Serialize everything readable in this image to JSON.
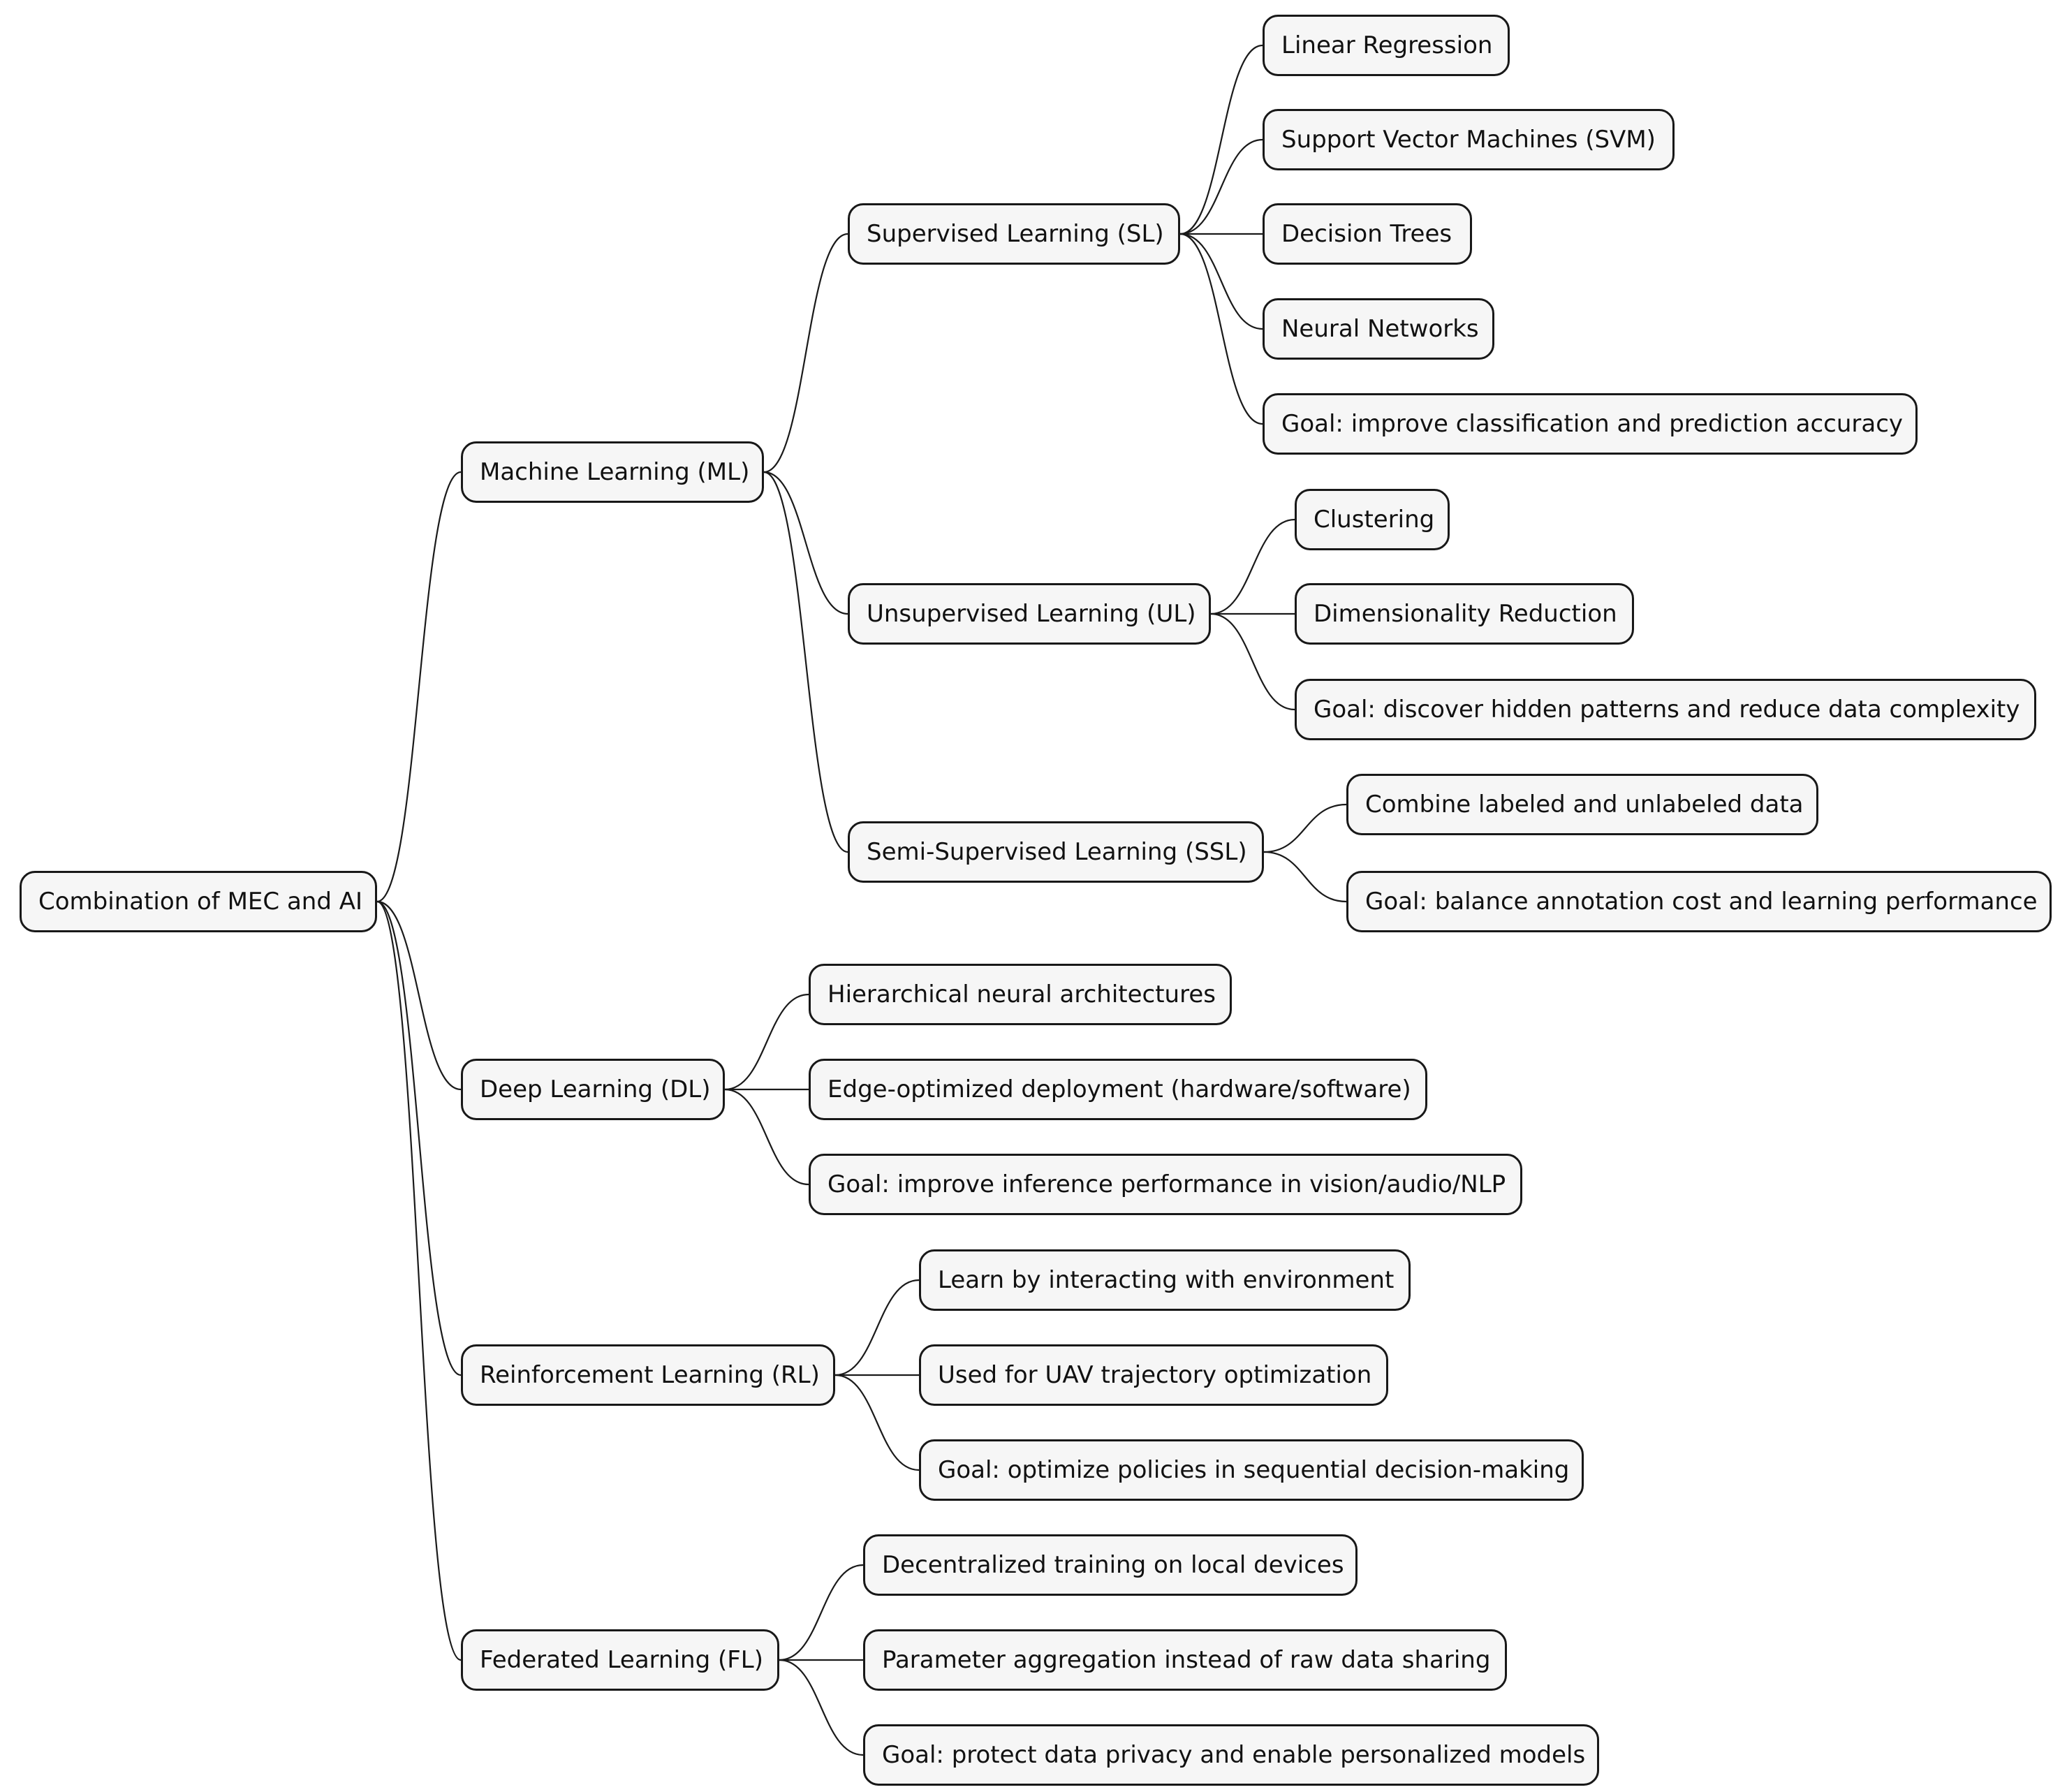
{
  "root": {
    "id": "root",
    "label": "Combination of MEC and AI"
  },
  "branches": [
    {
      "id": "ml",
      "label": "Machine Learning (ML)",
      "children": [
        {
          "id": "sl",
          "label": "Supervised Learning (SL)",
          "children": [
            {
              "id": "sl1",
              "label": "Linear Regression"
            },
            {
              "id": "sl2",
              "label": "Support Vector Machines (SVM)"
            },
            {
              "id": "sl3",
              "label": "Decision Trees"
            },
            {
              "id": "sl4",
              "label": "Neural Networks"
            },
            {
              "id": "sl5",
              "label": "Goal: improve classification and prediction accuracy"
            }
          ]
        },
        {
          "id": "ul",
          "label": "Unsupervised Learning (UL)",
          "children": [
            {
              "id": "ul1",
              "label": "Clustering"
            },
            {
              "id": "ul2",
              "label": "Dimensionality Reduction"
            },
            {
              "id": "ul3",
              "label": "Goal: discover hidden patterns and reduce data complexity"
            }
          ]
        },
        {
          "id": "ssl",
          "label": "Semi-Supervised Learning (SSL)",
          "children": [
            {
              "id": "ssl1",
              "label": "Combine labeled and unlabeled data"
            },
            {
              "id": "ssl2",
              "label": "Goal: balance annotation cost and learning performance"
            }
          ]
        }
      ]
    },
    {
      "id": "dl",
      "label": "Deep Learning (DL)",
      "children": [
        {
          "id": "dl1",
          "label": "Hierarchical neural architectures"
        },
        {
          "id": "dl2",
          "label": "Edge-optimized deployment (hardware/software)"
        },
        {
          "id": "dl3",
          "label": "Goal: improve inference performance in vision/audio/NLP"
        }
      ]
    },
    {
      "id": "rl",
      "label": "Reinforcement Learning (RL)",
      "children": [
        {
          "id": "rl1",
          "label": "Learn by interacting with environment"
        },
        {
          "id": "rl2",
          "label": "Used for UAV trajectory optimization"
        },
        {
          "id": "rl3",
          "label": "Goal: optimize policies in sequential decision-making"
        }
      ]
    },
    {
      "id": "fl",
      "label": "Federated Learning (FL)",
      "children": [
        {
          "id": "fl1",
          "label": "Decentralized training on local devices"
        },
        {
          "id": "fl2",
          "label": "Parameter aggregation instead of raw data sharing"
        },
        {
          "id": "fl3",
          "label": "Goal: protect data privacy and enable personalized models"
        }
      ]
    }
  ]
}
